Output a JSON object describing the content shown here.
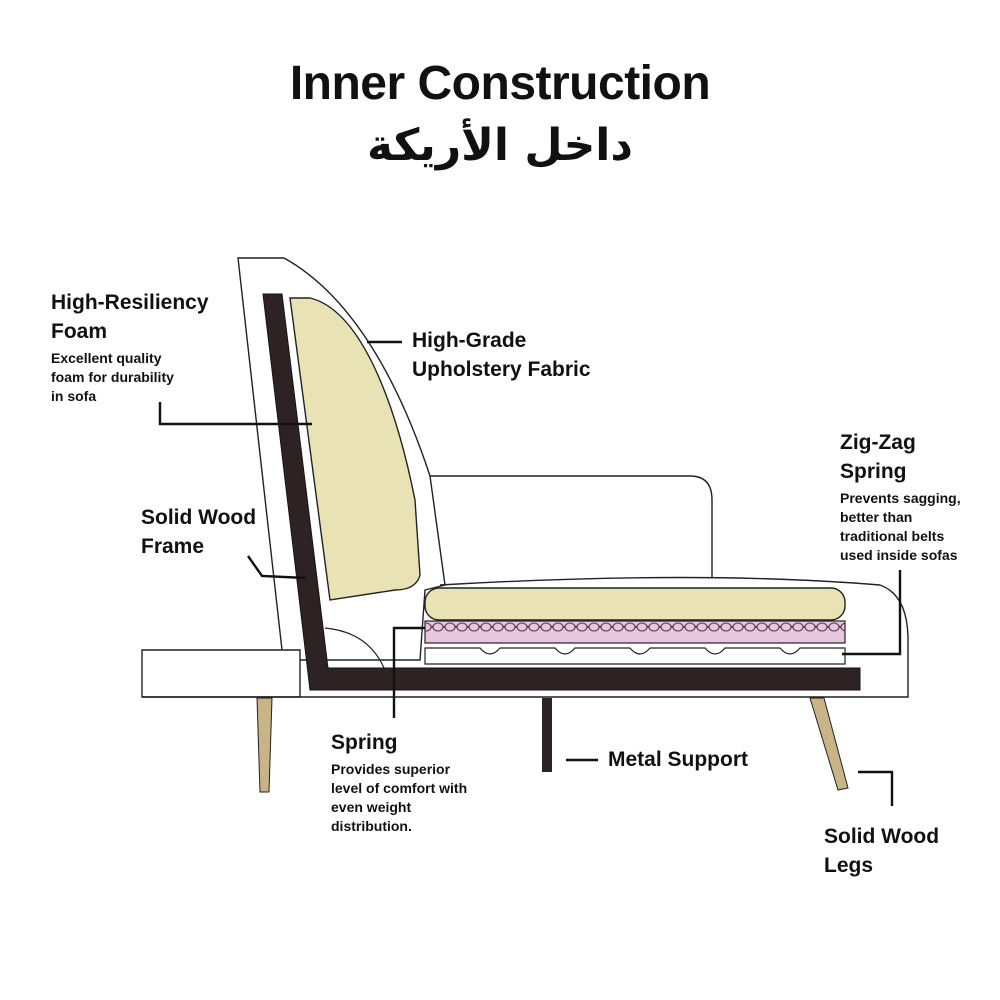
{
  "title": "Inner Construction",
  "subtitle": "داخل الأريكة",
  "colors": {
    "frame": "#2e2324",
    "foam": "#e8e2b4",
    "spring_band": "#e6c6de",
    "legs": "#c9b488",
    "outline": "#222222"
  },
  "labels": {
    "foam": {
      "head": "High-Resiliency\nFoam",
      "desc": "Excellent quality\nfoam for durability\nin sofa"
    },
    "fabric": {
      "head": "High-Grade\nUpholstery Fabric"
    },
    "frame": {
      "head": "Solid Wood\nFrame"
    },
    "zigzag": {
      "head": "Zig-Zag\nSpring",
      "desc": "Prevents sagging,\nbetter than\ntraditional belts\nused inside sofas"
    },
    "spring": {
      "head": "Spring",
      "desc": "Provides superior\nlevel of comfort with\neven weight\ndistribution."
    },
    "metal": {
      "head": "Metal Support"
    },
    "legs": {
      "head": "Solid Wood\nLegs"
    }
  }
}
